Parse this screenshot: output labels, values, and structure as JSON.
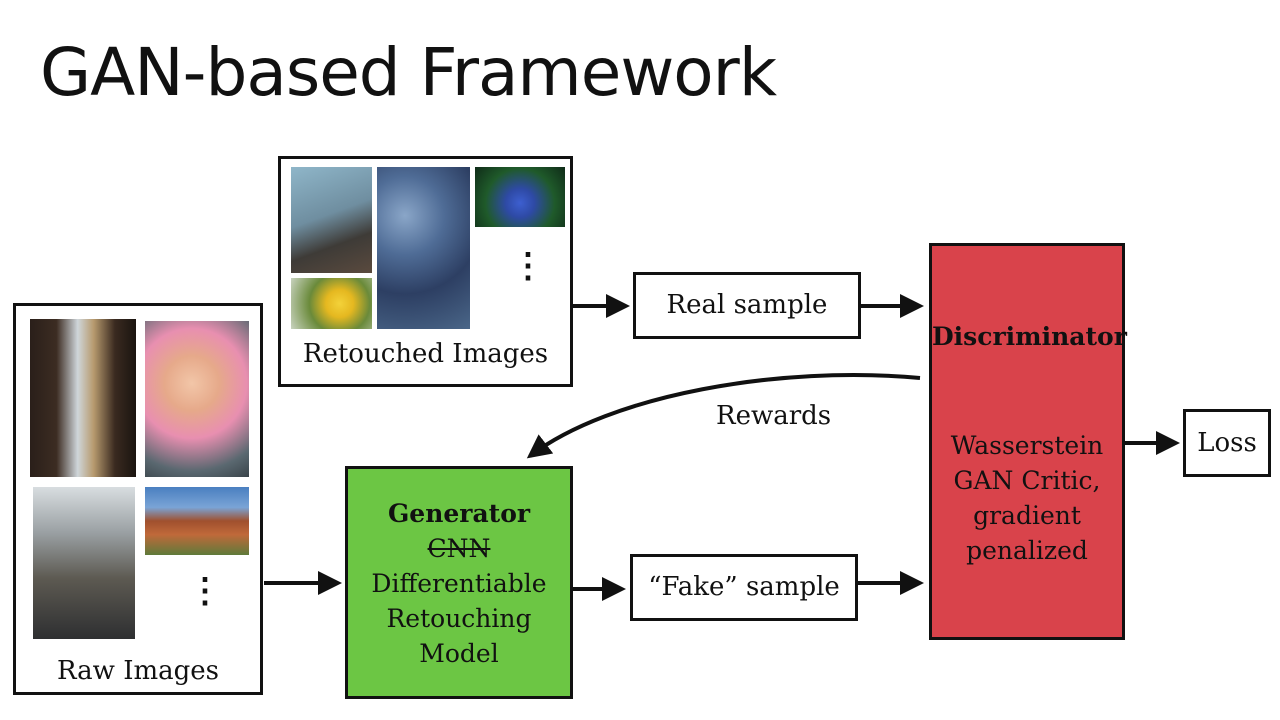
{
  "title": "GAN-based Framework",
  "retouched": {
    "caption": "Retouched Images",
    "ellipsis": "⋮"
  },
  "raw": {
    "caption": "Raw Images",
    "ellipsis": "⋮"
  },
  "real_sample": {
    "label": "Real sample"
  },
  "fake_sample": {
    "label": "“Fake” sample"
  },
  "rewards": {
    "label": "Rewards"
  },
  "generator": {
    "title": "Generator",
    "struck": "CNN",
    "line1": "Differentiable",
    "line2": "Retouching",
    "line3": "Model"
  },
  "discriminator": {
    "title": "Discriminator",
    "line1": "Wasserstein",
    "line2": "GAN Critic,",
    "line3": "gradient",
    "line4": "penalized"
  },
  "loss": {
    "label": "Loss"
  },
  "colors": {
    "generator": "#6cc644",
    "discriminator": "#d9434b",
    "line": "#111111"
  }
}
